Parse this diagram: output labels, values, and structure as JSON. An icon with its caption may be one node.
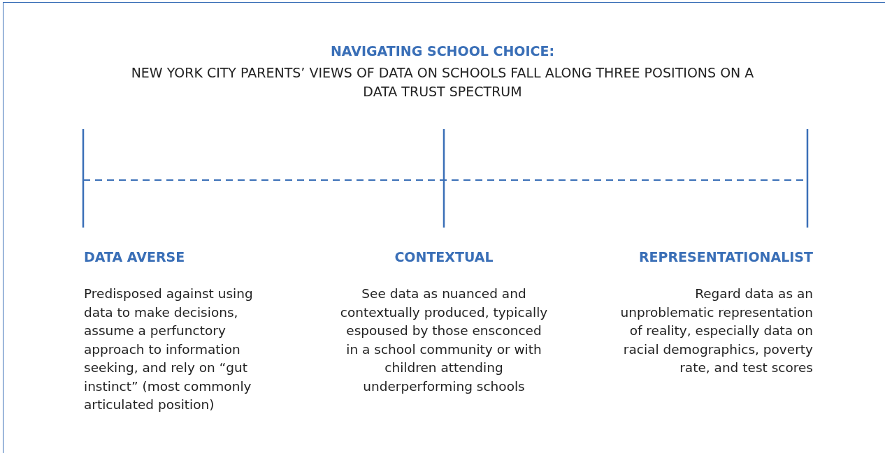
{
  "diagram": {
    "title": "NAVIGATING SCHOOL CHOICE:",
    "nodes": [
      {
        "text": [
          "DATA AVERSE",
          "Predisposed against using data to make decisions, assume a perfunctory approach to information seeking, and rely on “gut instinct” (most commonly articulated position)"
        ]
      },
      {
        "text": [
          "CONTEXTUAL",
          "See data as nuanced and contextually produced, typically espoused by those ensconced in a school community or with children attending underperforming schools"
        ]
      },
      {
        "text": [
          "REPRESENTATIONALIST",
          "Regard data as an unproblematic representation of reality, especially data on racial demographics, poverty rate, and test scores"
        ]
      }
    ],
    "labels": [
      "NEW YORK CITY PARENTS’ VIEWS OF DATA ON SCHOOLS FALL ALONG THREE POSITIONS ON A DATA TRUST SPECTRUM"
    ]
  }
}
